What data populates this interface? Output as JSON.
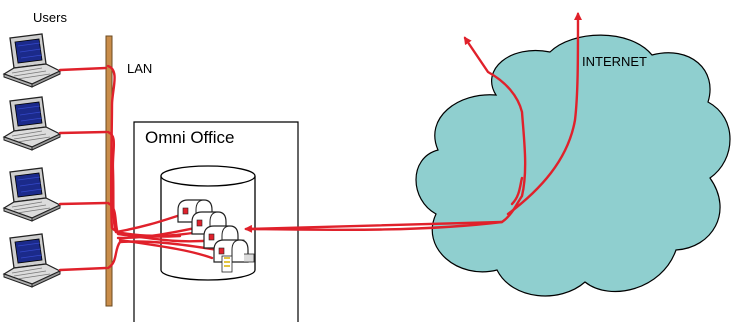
{
  "labels": {
    "users": "Users",
    "lan": "LAN",
    "server": "Omni Office",
    "internet": "INTERNET"
  },
  "colors": {
    "connection": "#e0212b",
    "cloud_fill": "#8fcfcf",
    "lan_bus": "#c98d4a"
  },
  "icons": {
    "user_workstation": "laptop-icon",
    "mailbox": "mailbox-icon",
    "storage": "database-cylinder-icon",
    "network": "cloud-icon"
  }
}
